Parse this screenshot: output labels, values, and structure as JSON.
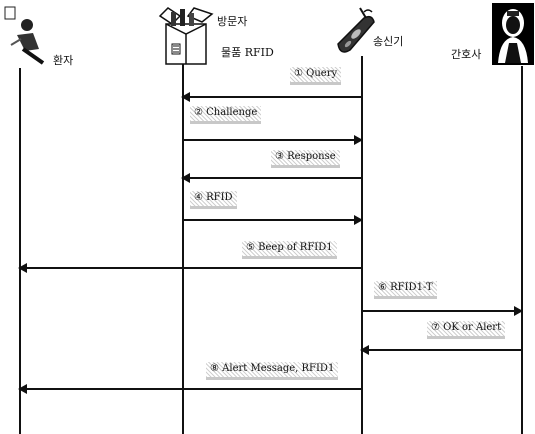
{
  "actors": {
    "patient": "환자",
    "visitor": "방문자",
    "rfid": "물품 RFID",
    "transmitter": "송신기",
    "nurse": "간호사"
  },
  "messages": [
    {
      "label": "① Query"
    },
    {
      "label": "② Challenge"
    },
    {
      "label": "③ Response"
    },
    {
      "label": "④ RFID"
    },
    {
      "label": "⑤ Beep of RFID1"
    },
    {
      "label": "⑥ RFID1-T"
    },
    {
      "label": "⑦ OK or Alert"
    },
    {
      "label": "⑧ Alert Message, RFID1"
    }
  ],
  "icons": {
    "patient": "patient-figure-icon",
    "visitor": "box-with-bottles-icon",
    "transmitter": "handheld-transmitter-icon",
    "nurse": "nurse-figure-icon"
  }
}
